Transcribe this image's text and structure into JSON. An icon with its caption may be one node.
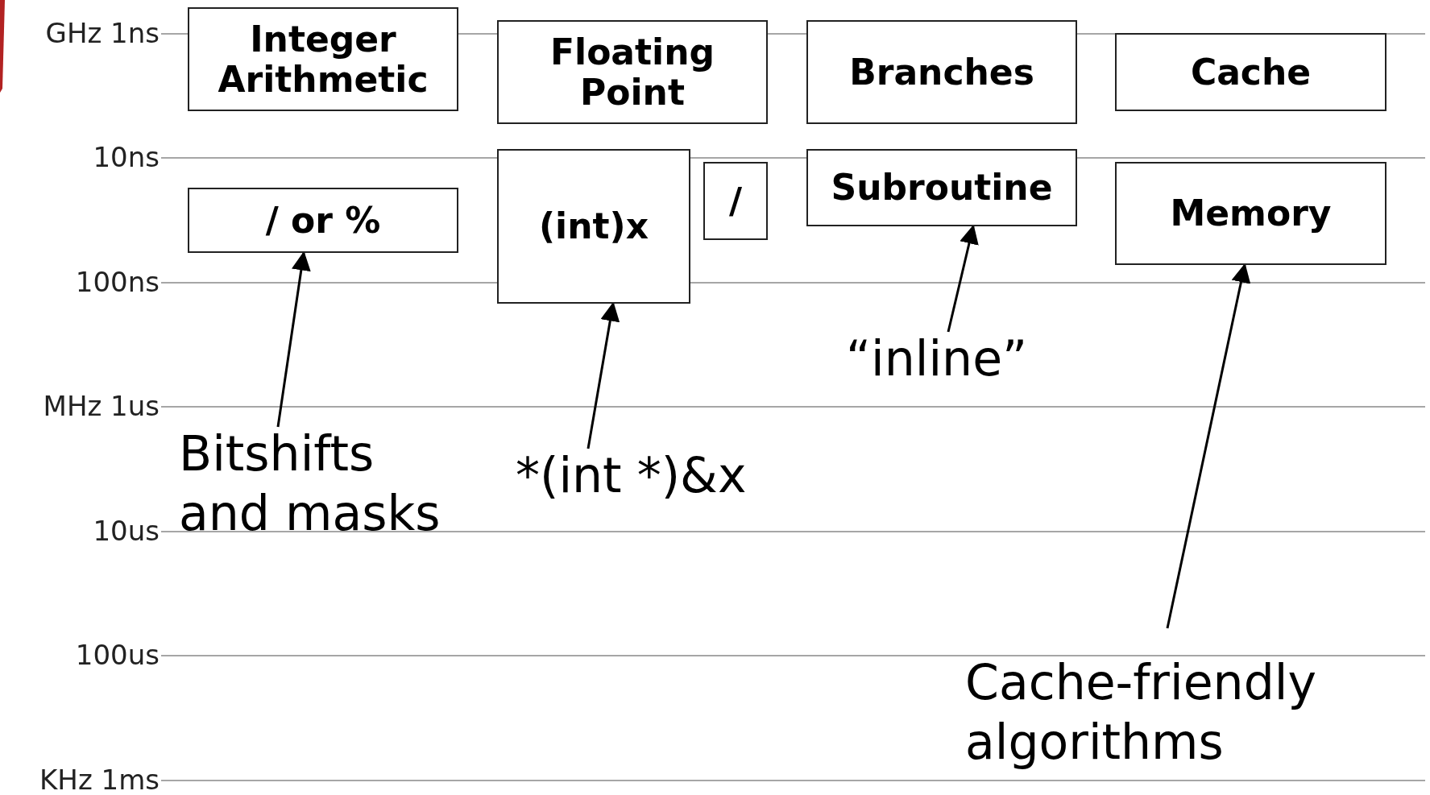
{
  "diagram": {
    "nodes": [
      {
        "text": [
          "Integer Arithmetic"
        ]
      },
      {
        "text": [
          "Floating Point"
        ]
      },
      {
        "text": [
          "Branches"
        ]
      },
      {
        "text": [
          "Cache"
        ]
      },
      {
        "text": [
          "/ or %"
        ]
      },
      {
        "text": [
          "(int)x"
        ]
      },
      {
        "text": [
          "/"
        ]
      },
      {
        "text": [
          "Subroutine"
        ]
      },
      {
        "text": [
          "Memory"
        ]
      },
      {
        "text": [
          "Bitshifts and masks"
        ]
      },
      {
        "text": [
          "*(int *)&x"
        ]
      },
      {
        "text": [
          "“inline”"
        ]
      },
      {
        "text": [
          "Cache-friendly algorithms"
        ]
      }
    ],
    "edges": [
      {
        "from": 9,
        "to": 4,
        "arrow": "to"
      },
      {
        "from": 10,
        "to": 5,
        "arrow": "to"
      },
      {
        "from": 11,
        "to": 7,
        "arrow": "to"
      },
      {
        "from": 12,
        "to": 8,
        "arrow": "to"
      }
    ],
    "labels": [
      "GHz 1ns",
      "10ns",
      "100ns",
      "MHz 1us",
      "10us",
      "100us",
      "KHz 1ms"
    ]
  }
}
